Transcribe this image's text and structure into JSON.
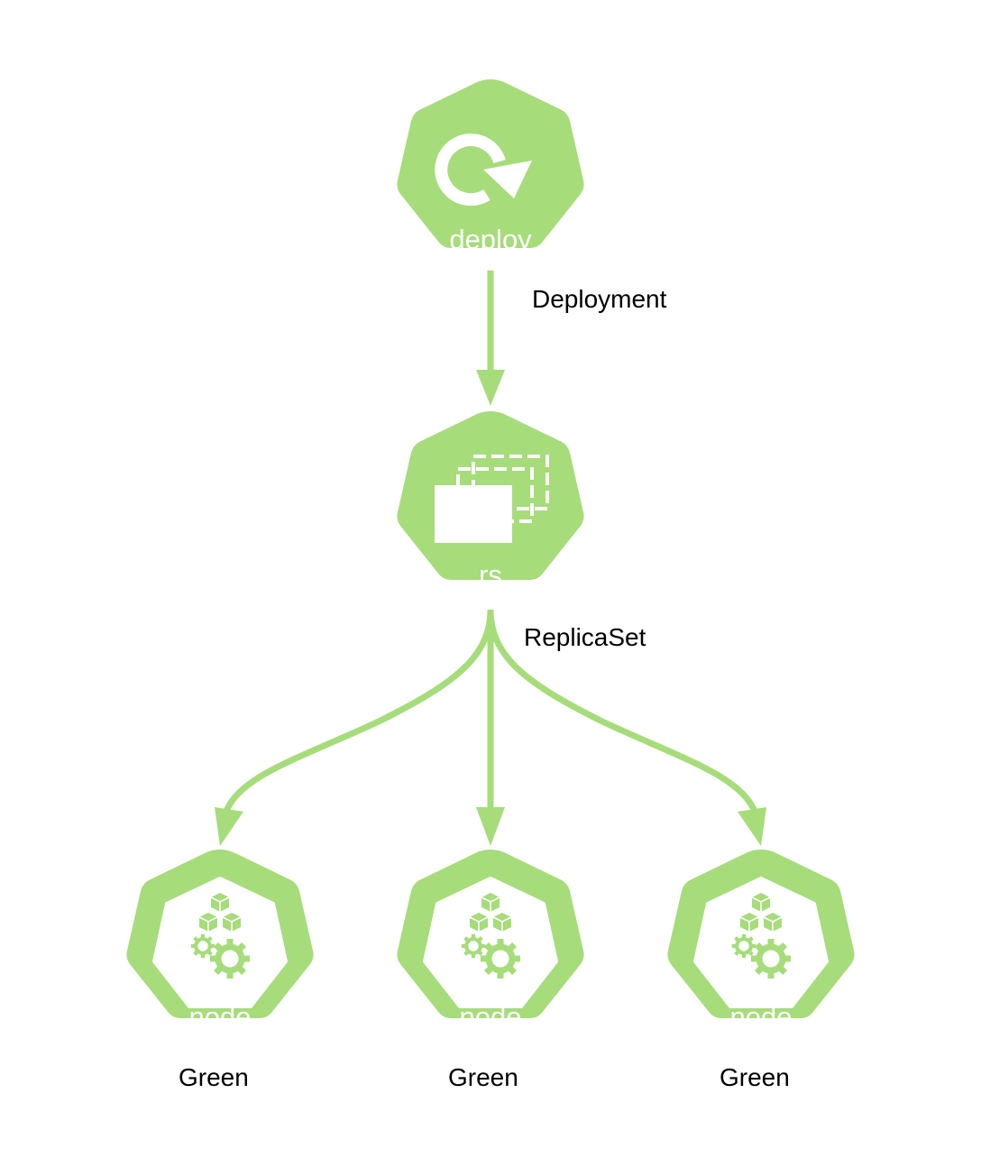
{
  "colors": {
    "green": "#a6dc7a",
    "white": "#ffffff",
    "text": "#000000"
  },
  "nodes": [
    {
      "id": "deploy",
      "icon": "deployment-icon",
      "label": "deploy",
      "caption": "Deployment"
    },
    {
      "id": "rs",
      "icon": "replicaset-icon",
      "label": "rs",
      "caption": "ReplicaSet"
    },
    {
      "id": "node1",
      "icon": "node-icon",
      "label": "node",
      "caption": "Green"
    },
    {
      "id": "node2",
      "icon": "node-icon",
      "label": "node",
      "caption": "Green"
    },
    {
      "id": "node3",
      "icon": "node-icon",
      "label": "node",
      "caption": "Green"
    }
  ],
  "edges": [
    {
      "from": "deploy",
      "to": "rs"
    },
    {
      "from": "rs",
      "to": "node1"
    },
    {
      "from": "rs",
      "to": "node2"
    },
    {
      "from": "rs",
      "to": "node3"
    }
  ]
}
